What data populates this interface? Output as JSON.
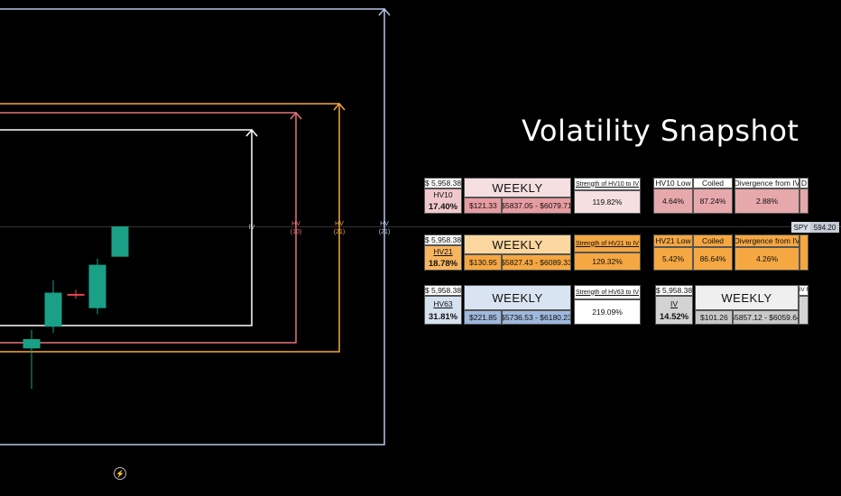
{
  "title": "Volatility Snapshot",
  "axis_labels": {
    "iv": "IV",
    "hv10_a": "HV",
    "hv10_b": "(10)",
    "hv21_a": "HV",
    "hv21_b": "(21)",
    "hv63_a": "HV",
    "hv63_b": "(21)"
  },
  "price_tag": {
    "symbol": "SPY",
    "price": "594.20"
  },
  "colors": {
    "background": "#000000",
    "iv_line": "#ffffff",
    "hv10_line": "#e8737a",
    "hv21_line": "#f5a742",
    "hv63_line": "#b9c6e8",
    "candle_up": "#1aa087",
    "candle_down": "#e84552"
  },
  "candles": [
    {
      "open": 5830,
      "high": 5845,
      "low": 5750,
      "close": 5815,
      "dir": "up"
    },
    {
      "open": 5850,
      "high": 5925,
      "low": 5840,
      "close": 5905,
      "dir": "up"
    },
    {
      "open": 5903,
      "high": 5910,
      "low": 5895,
      "close": 5901,
      "dir": "down"
    },
    {
      "open": 5880,
      "high": 5960,
      "low": 5870,
      "close": 5950,
      "dir": "up"
    },
    {
      "open": 5963,
      "high": 6010,
      "low": 5963,
      "close": 6012,
      "dir": "up"
    }
  ],
  "panels": {
    "hv10": {
      "spot": "$ 5,958.38",
      "period": "WEEKLY",
      "name": "HV10",
      "value": "17.40%",
      "move_dollar": "$",
      "move": "121.33",
      "range": "$5837.05 - $6079.71",
      "strength_label": "Strength of HV10 to IV",
      "strength": "119.82%",
      "low_label": "HV10 Low",
      "low": "4.64%",
      "coiled_label": "Coiled",
      "coiled": "87.24%",
      "div_label": "Divergence from IV",
      "div": "2.88%",
      "extra": "D"
    },
    "hv21": {
      "spot": "$ 5,958.38",
      "period": "WEEKLY",
      "name": "HV21",
      "value": "18.78%",
      "move_dollar": "$",
      "move": "130.95",
      "range": "$5827.43 - $6089.33",
      "strength_label": "Strength of HV21 to IV",
      "strength": "129.32%",
      "low_label": "HV21 Low",
      "low": "5.42%",
      "coiled_label": "Coiled",
      "coiled": "86.64%",
      "div_label": "Divergence from IV",
      "div": "4.26%"
    },
    "hv63": {
      "spot": "$ 5,958.38",
      "period": "WEEKLY",
      "name": "HV63",
      "value": "31.81%",
      "move_dollar": "$",
      "move": "221.85",
      "range": "$5736.53 - $6180.23",
      "strength_label": "Strength of HV63 to IV",
      "strength": "219.09%"
    },
    "iv": {
      "spot": "$ 5,958.38",
      "period": "WEEKLY",
      "name": "IV",
      "value": "14.52%",
      "move_dollar": "$",
      "move": "101.26",
      "range": "$5857.12 - $6059.64",
      "extra": "IV F"
    }
  }
}
